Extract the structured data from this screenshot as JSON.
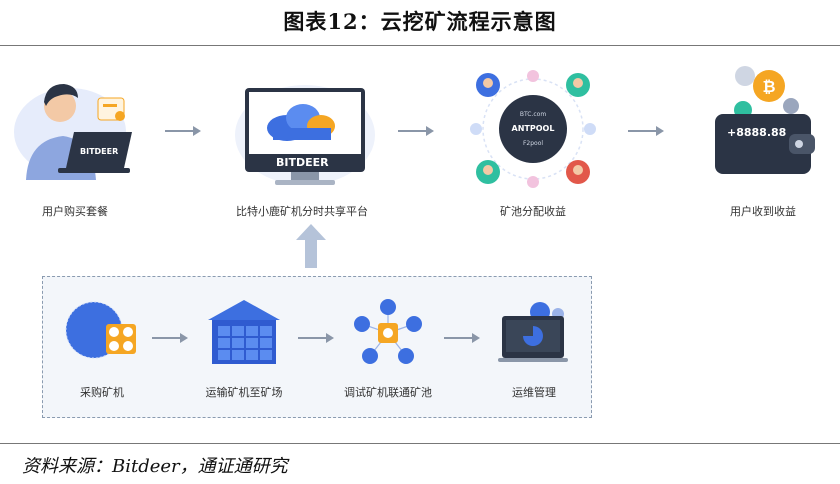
{
  "title": "图表12：云挖矿流程示意图",
  "source": "资料来源：Bitdeer，通证通研究",
  "top_steps": [
    {
      "label": "用户购买套餐",
      "screen_text": "BITDEER"
    },
    {
      "label": "比特小鹿矿机分时共享平台",
      "screen_text": "BITDEER"
    },
    {
      "label": "矿池分配收益",
      "pool_names": [
        "BTC.com",
        "ANTPOOL",
        "F2pool"
      ]
    },
    {
      "label": "用户收到收益",
      "wallet_amount": "+8888.88"
    }
  ],
  "bottom_steps": [
    {
      "label": "采购矿机"
    },
    {
      "label": "运输矿机至矿场"
    },
    {
      "label": "调试矿机联通矿池"
    },
    {
      "label": "运维管理"
    }
  ],
  "colors": {
    "primary_blue": "#3d6fe0",
    "light_blue": "#cfdcf7",
    "orange": "#f5a623",
    "dark": "#2b3445"
  }
}
